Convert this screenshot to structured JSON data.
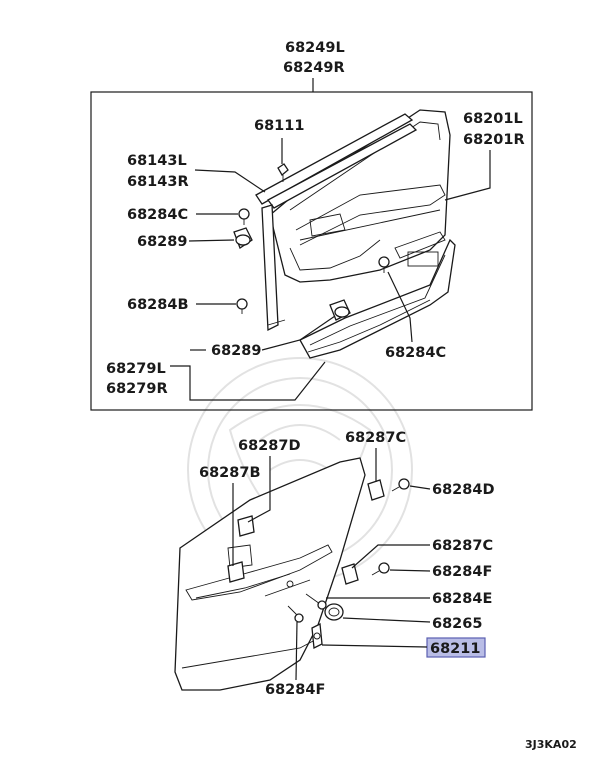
{
  "diagram": {
    "labels": {
      "top_l": "68249L",
      "top_r": "68249R",
      "p68111": "68111",
      "p68201l": "68201L",
      "p68201r": "68201R",
      "p68143l": "68143L",
      "p68143r": "68143R",
      "p68284c_a": "68284C",
      "p68289_a": "68289",
      "p68284b": "68284B",
      "p68289_b": "68289",
      "p68279l": "68279L",
      "p68279r": "68279R",
      "p68284c_b": "68284C",
      "p68287d": "68287D",
      "p68287c_a": "68287C",
      "p68287b": "68287B",
      "p68284d": "68284D",
      "p68287c_b": "68287C",
      "p68284f_a": "68284F",
      "p68284e": "68284E",
      "p68265": "68265",
      "p68211": "68211",
      "p68284f_b": "68284F"
    },
    "highlight_color": "#b9bde6",
    "highlight_border": "#5a5fb0",
    "footer_code": "3J3KA02"
  }
}
